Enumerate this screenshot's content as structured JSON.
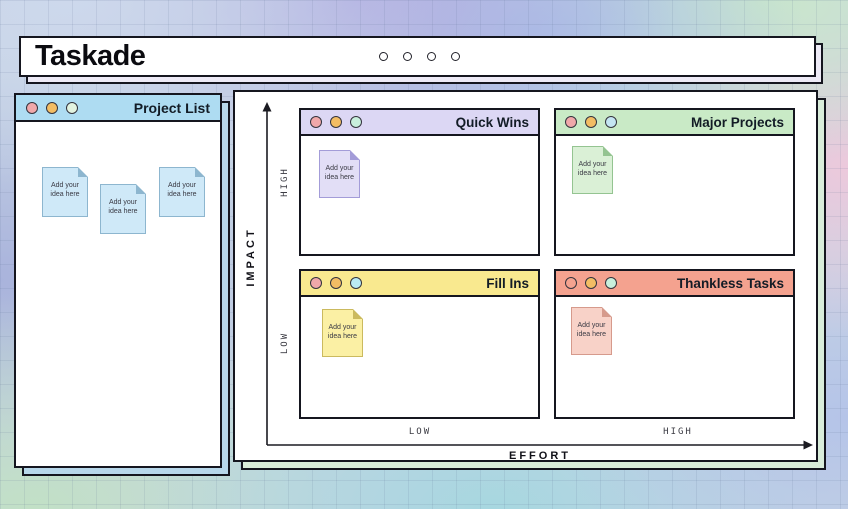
{
  "app": {
    "title": "Taskade",
    "window_dots_count": 4
  },
  "panels": {
    "project_list": {
      "title": "Project List",
      "notes": [
        {
          "text": "Add your idea here"
        },
        {
          "text": "Add your idea here"
        },
        {
          "text": "Add your idea here"
        }
      ]
    },
    "matrix": {
      "y_axis": {
        "label": "IMPACT",
        "top_tick": "HIGH",
        "bottom_tick": "LOW"
      },
      "x_axis": {
        "label": "EFFORT",
        "left_tick": "LOW",
        "right_tick": "HIGH"
      },
      "quadrants": [
        {
          "title": "Quick Wins",
          "note": "Add your idea here"
        },
        {
          "title": "Major Projects",
          "note": "Add your idea here"
        },
        {
          "title": "Fill Ins",
          "note": "Add your idea here"
        },
        {
          "title": "Thankless Tasks",
          "note": "Add your idea here"
        }
      ]
    }
  },
  "colors": {
    "border_dark": "#15161f",
    "project_list_header": "#aedcf2",
    "project_list_shadow": "#b7d7ea",
    "project_list_note": "#cfe9f8",
    "quick_wins_header": "#dcd7f4",
    "quick_wins_note": "#e2def6",
    "major_projects_header": "#c9eac6",
    "major_projects_note": "#daf0d6",
    "fill_ins_header": "#f9e98f",
    "fill_ins_note": "#fbf0a4",
    "thankless_tasks_header": "#f4a28f",
    "thankless_tasks_note": "#f8d2c8",
    "matrix_shadow": "#d9edda",
    "traffic_pink": "#f0a8aa",
    "traffic_orange": "#f3bd64"
  }
}
